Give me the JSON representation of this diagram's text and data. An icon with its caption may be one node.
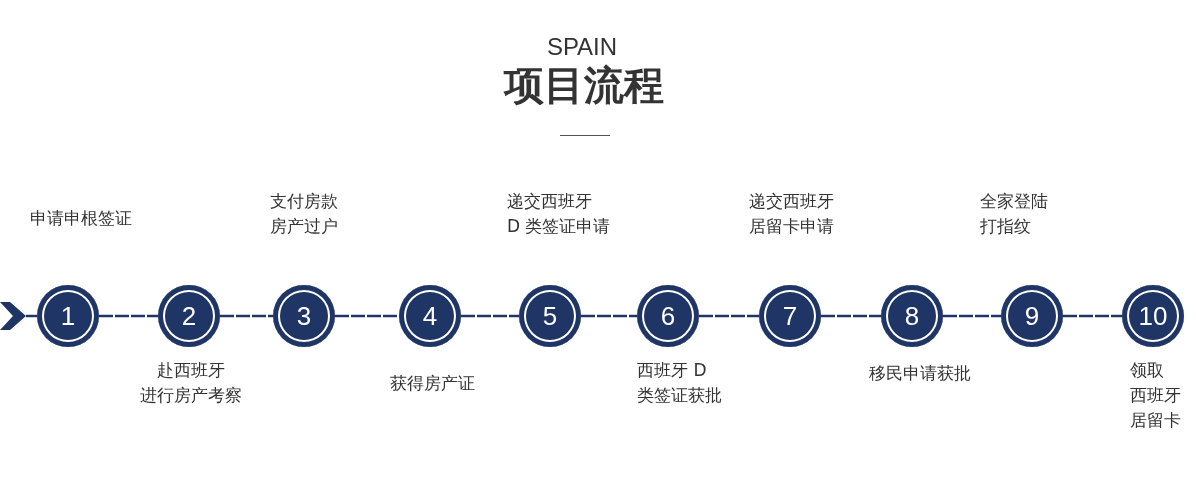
{
  "diagram": {
    "title": "项目流程",
    "nodes": [
      {
        "text": [],
        "shape": "chevron"
      },
      {
        "text": [
          "1"
        ],
        "beside": [
          "申请申根签证"
        ]
      },
      {
        "text": [
          "2"
        ],
        "beside": [
          "赴西班牙进行房产考察"
        ]
      },
      {
        "text": [
          "3"
        ],
        "beside": [
          "支付房款房产过户"
        ]
      },
      {
        "text": [
          "4"
        ],
        "beside": [
          "获得房产证"
        ]
      },
      {
        "text": [
          "5"
        ],
        "beside": [
          "递交西班牙D 类签证申请"
        ]
      },
      {
        "text": [
          "6"
        ],
        "beside": [
          "西班牙 D类签证获批"
        ]
      },
      {
        "text": [
          "7"
        ],
        "beside": [
          "递交西班牙居留卡申请"
        ]
      },
      {
        "text": [
          "8"
        ],
        "beside": [
          "移民申请获批"
        ]
      },
      {
        "text": [
          "9"
        ],
        "beside": [
          "全家登陆打指纹"
        ]
      },
      {
        "text": [
          "10"
        ],
        "beside": [
          "领取西班牙居留卡"
        ]
      }
    ],
    "edges": [
      {
        "from": 0,
        "to": 1,
        "arrow": "none"
      },
      {
        "from": 1,
        "to": 2,
        "arrow": "none"
      },
      {
        "from": 2,
        "to": 3,
        "arrow": "none"
      },
      {
        "from": 3,
        "to": 4,
        "arrow": "none"
      },
      {
        "from": 4,
        "to": 5,
        "arrow": "none"
      },
      {
        "from": 5,
        "to": 6,
        "arrow": "none"
      },
      {
        "from": 6,
        "to": 7,
        "arrow": "none"
      },
      {
        "from": 7,
        "to": 8,
        "arrow": "none"
      },
      {
        "from": 8,
        "to": 9,
        "arrow": "none"
      },
      {
        "from": 9,
        "to": 10,
        "arrow": "none"
      }
    ],
    "labels": [
      "SPAIN"
    ]
  }
}
